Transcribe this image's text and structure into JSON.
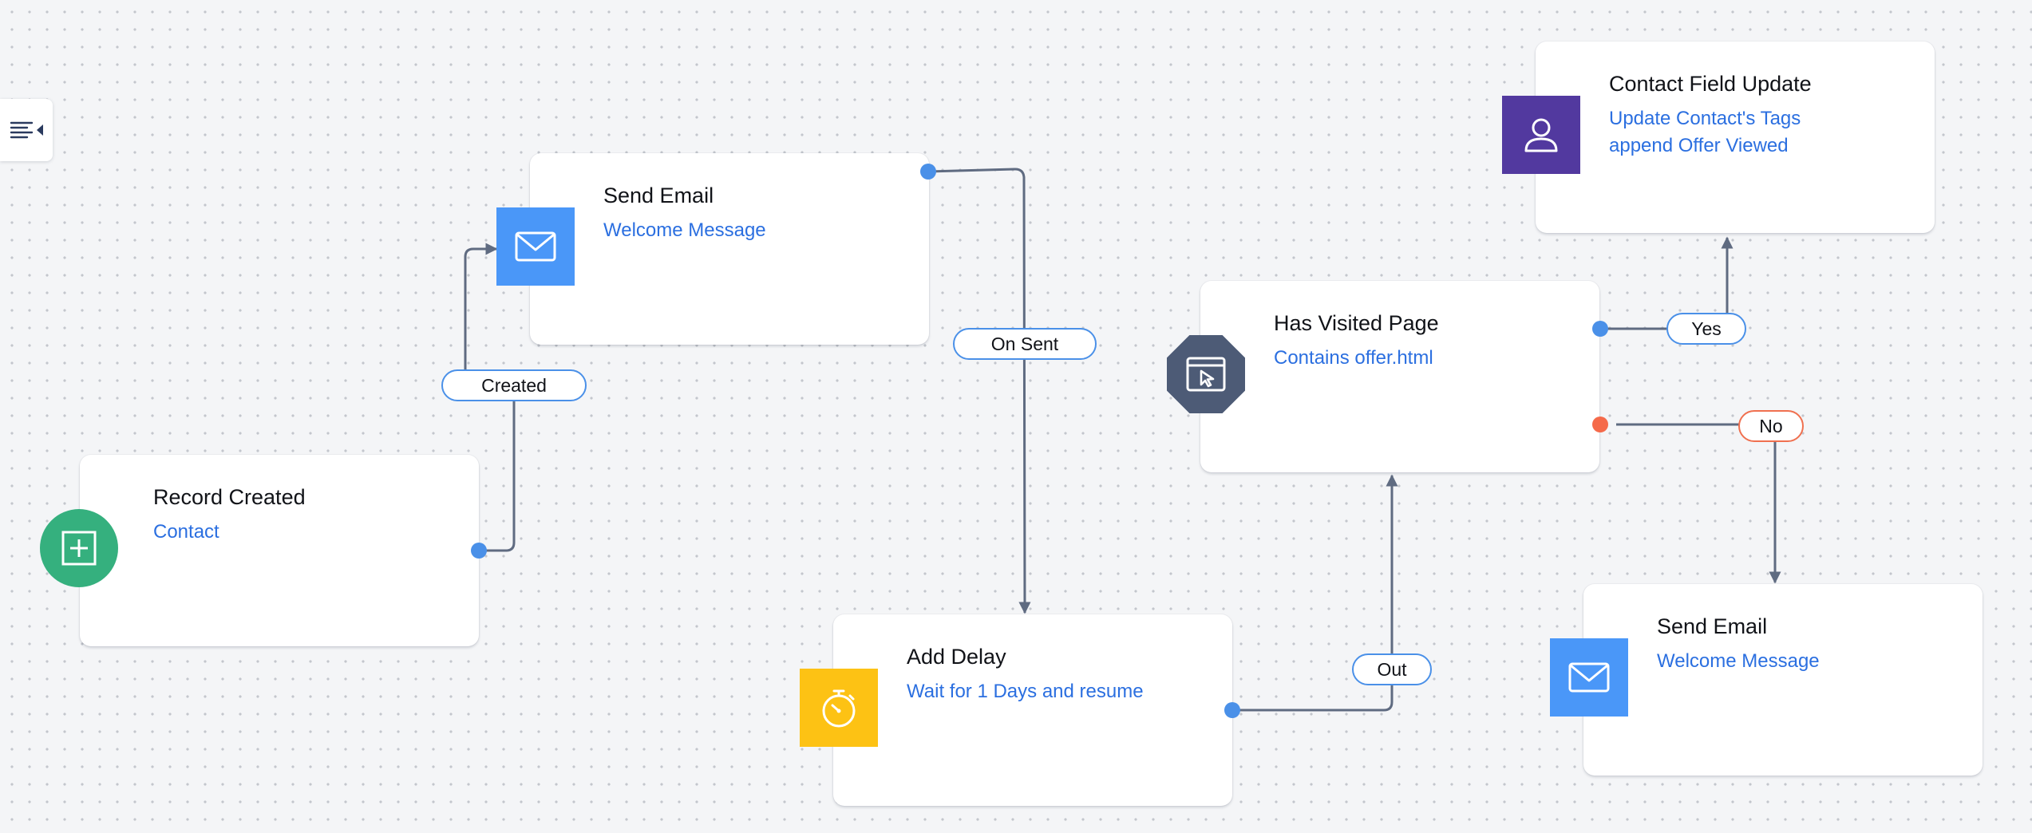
{
  "nodes": {
    "record_created": {
      "title": "Record Created",
      "subtitle": "Contact",
      "icon": "plus-square-icon",
      "icon_color": "#35b07e"
    },
    "send_email_1": {
      "title": "Send Email",
      "subtitle": "Welcome Message",
      "icon": "envelope-icon",
      "icon_color": "#4a97f8"
    },
    "add_delay": {
      "title": "Add Delay",
      "subtitle": "Wait for 1 Days and resume",
      "icon": "stopwatch-icon",
      "icon_color": "#fdc214"
    },
    "has_visited_page": {
      "title": "Has Visited Page",
      "subtitle": "Contains offer.html",
      "icon": "browser-cursor-icon",
      "icon_color": "#4d5b76"
    },
    "contact_field_update": {
      "title": "Contact Field Update",
      "subtitle_line1": "Update Contact's Tags",
      "subtitle_line2": "append Offer Viewed",
      "icon": "user-icon",
      "icon_color": "#52399f"
    },
    "send_email_2": {
      "title": "Send Email",
      "subtitle": "Welcome Message",
      "icon": "envelope-icon",
      "icon_color": "#4a97f8"
    }
  },
  "edges": {
    "created": "Created",
    "on_sent": "On Sent",
    "out": "Out",
    "yes": "Yes",
    "no": "No"
  },
  "colors": {
    "accent": "#4a90e8",
    "link_text": "#2b6fe0",
    "connector": "#5f6b81",
    "negative": "#f56a4a"
  },
  "toolbar": {
    "panel_toggle_icon": "list-collapse-icon"
  }
}
